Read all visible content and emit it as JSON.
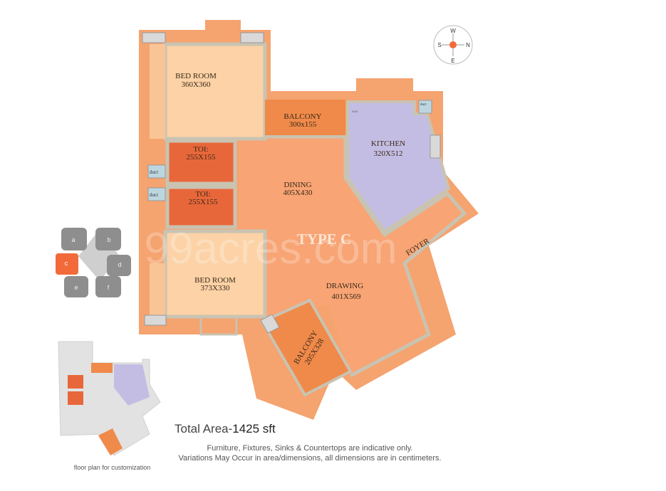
{
  "plan": {
    "type_label": "TYPE C",
    "watermark": "99acres.com",
    "rooms": [
      {
        "name": "BED ROOM",
        "size": "360X360"
      },
      {
        "name": "BALCONY",
        "size": "300x155"
      },
      {
        "name": "KITCHEN",
        "size": "320X512"
      },
      {
        "name": "TOI:",
        "size": "255X155"
      },
      {
        "name": "TOI:",
        "size": "255X155"
      },
      {
        "name": "DINING",
        "size": "405X430"
      },
      {
        "name": "FOYER",
        "size": ""
      },
      {
        "name": "BED ROOM",
        "size": "373X330"
      },
      {
        "name": "DRAWING",
        "size": "401X569"
      },
      {
        "name": "BALCONY",
        "size": "205X328"
      }
    ],
    "ducts": [
      "duct",
      "duct",
      "duct"
    ],
    "wm_label": "W.M"
  },
  "compass": {
    "n": "N",
    "s": "S",
    "e": "E",
    "w": "W"
  },
  "key_plan": {
    "blocks": [
      "a",
      "b",
      "c",
      "d",
      "e",
      "f"
    ],
    "highlighted": "c"
  },
  "footer": {
    "total_prefix": "Total Area-",
    "total_value": "1425 sft",
    "note_1": "Furniture, Fixtures, Sinks & Countertops are indicative only.",
    "note_2": "Variations May Occur in area/dimensions, all dimensions are in centimeters.",
    "mini_caption": "floor plan for customization"
  },
  "colors": {
    "outer": "#f5a36f",
    "bedroom": "#fcd2a6",
    "toilet": "#e8673a",
    "balcony": "#f08a4a",
    "kitchen": "#c4bde3",
    "living": "#f8a474",
    "accent": "#f26a3a"
  }
}
